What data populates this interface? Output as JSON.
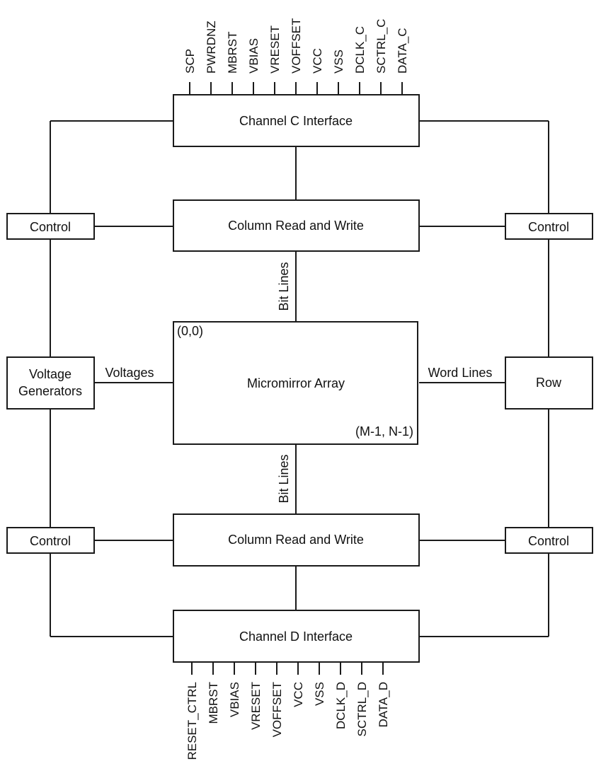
{
  "top_interface": {
    "label": "Channel C Interface",
    "pins": [
      "SCP",
      "PWRDNZ",
      "MBRST",
      "VBIAS",
      "VRESET",
      "VOFFSET",
      "VCC",
      "VSS",
      "DCLK_C",
      "SCTRL_C",
      "DATA_C"
    ]
  },
  "bottom_interface": {
    "label": "Channel D Interface",
    "pins": [
      "RESET_CTRL",
      "MBRST",
      "VBIAS",
      "VRESET",
      "VOFFSET",
      "VCC",
      "VSS",
      "DCLK_D",
      "SCTRL_D",
      "DATA_D"
    ]
  },
  "col_rw_top": "Column Read and Write",
  "col_rw_bottom": "Column Read and Write",
  "array": {
    "label": "Micromirror Array",
    "origin": "(0,0)",
    "end": "(M-1, N-1)"
  },
  "control_left_top": "Control",
  "control_right_top": "Control",
  "control_left_bottom": "Control",
  "control_right_bottom": "Control",
  "voltage_generators": {
    "line1": "Voltage",
    "line2": "Generators"
  },
  "row": "Row",
  "connections": {
    "voltages": "Voltages",
    "word_lines": "Word Lines",
    "bit_lines_top": "Bit Lines",
    "bit_lines_bottom": "Bit Lines"
  }
}
